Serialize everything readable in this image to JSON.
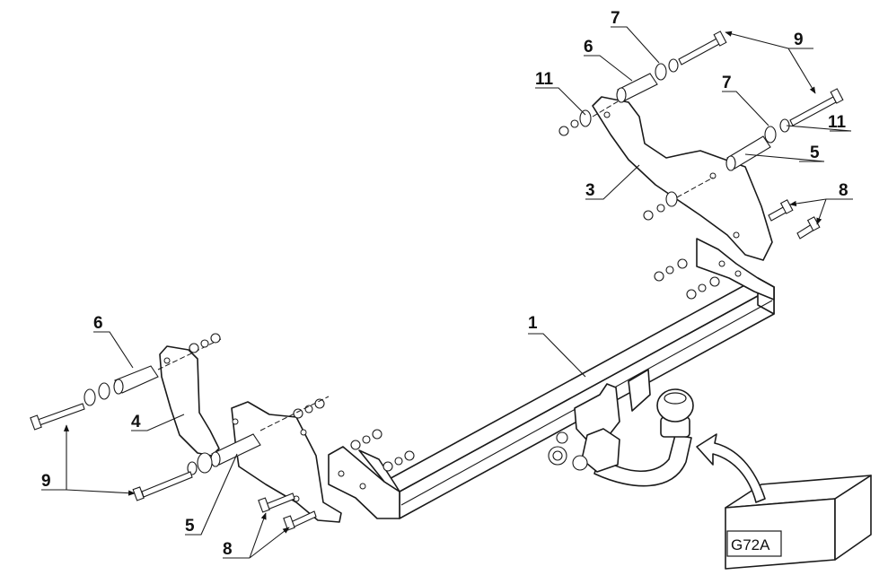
{
  "labels": {
    "towbar": "1",
    "bracket_right": "3",
    "bracket_left": "4",
    "spacer_5": "5",
    "spacer_6": "6",
    "washer_7": "7",
    "bolt_8": "8",
    "bolt_9": "9",
    "washer_11": "11"
  },
  "kit": {
    "code": "G72A"
  }
}
